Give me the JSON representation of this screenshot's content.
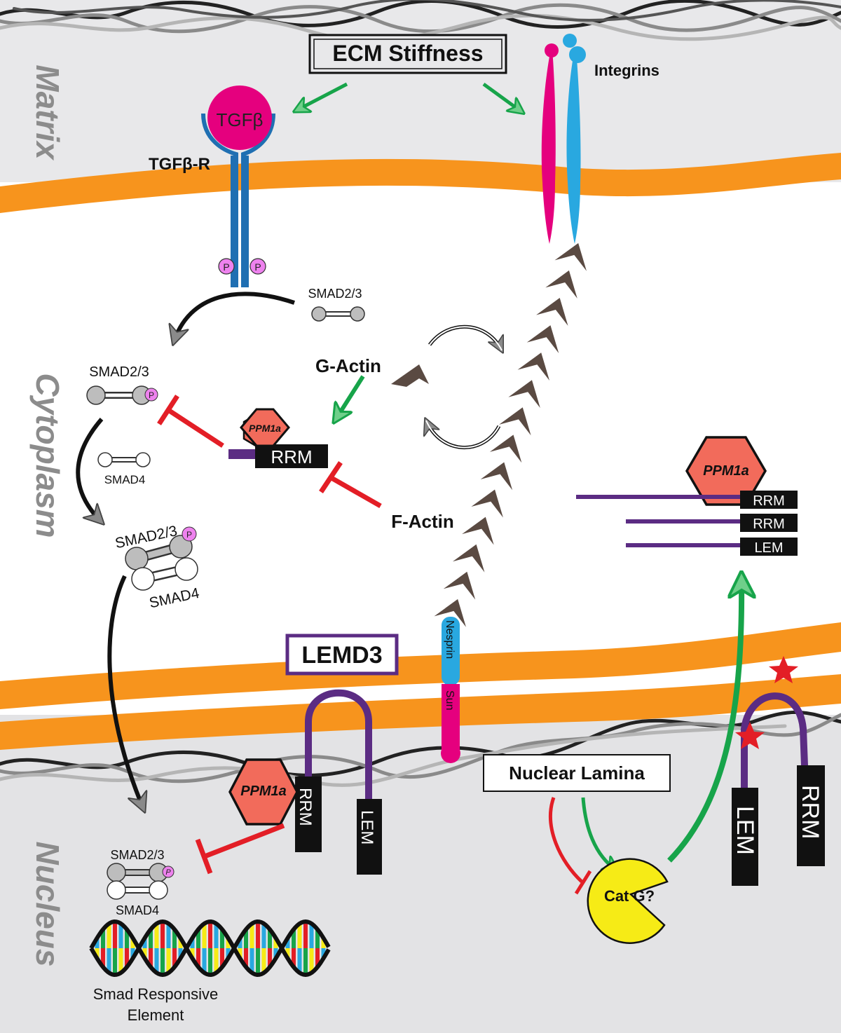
{
  "regions": {
    "matrix": "Matrix",
    "cytoplasm": "Cytoplasm",
    "nucleus": "Nucleus"
  },
  "labels": {
    "ecm_stiffness": "ECM Stiffness",
    "integrins": "Integrins",
    "tgfb": "TGFβ",
    "tgfb_r": "TGFβ-R",
    "phospho": "P",
    "smad23": "SMAD2/3",
    "smad4": "SMAD4",
    "g_actin": "G-Actin",
    "f_actin": "F-Actin",
    "ppm1a": "PPM1a",
    "rrm": "RRM",
    "lem": "LEM",
    "lemd3": "LEMD3",
    "nesprin": "Nesprin",
    "sun": "Sun",
    "nuclear_lamina": "Nuclear Lamina",
    "cat_g": "Cat G?",
    "sre_line1": "Smad Responsive",
    "sre_line2": "Element"
  },
  "colors": {
    "membrane": "#f7941d",
    "matrix_bg": "#e8e8ea",
    "nucleus_bg": "#e3e3e5",
    "tgfb": "#e5007e",
    "receptor": "#1f6fb2",
    "integrin_pink": "#e5007e",
    "integrin_blue": "#29a8e0",
    "activation": "#17a44a",
    "inhibition": "#e31e26",
    "ppm1a": "#f26b5b",
    "lemd3": "#5b2c83",
    "actin": "#5a4a42",
    "cat_g": "#f6eb16"
  }
}
